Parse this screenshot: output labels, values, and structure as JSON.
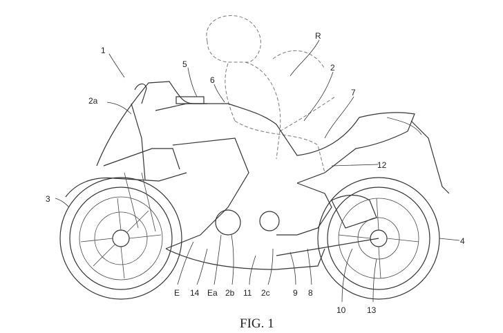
{
  "figure": {
    "caption": "FIG. 1",
    "labels": {
      "l1": "1",
      "R": "R",
      "l5": "5",
      "l6": "6",
      "l2": "2",
      "l7": "7",
      "l2a": "2a",
      "l12": "12",
      "l3": "3",
      "l4": "4",
      "E": "E",
      "l14": "14",
      "Ea": "Ea",
      "l2b": "2b",
      "l11": "11",
      "l2c": "2c",
      "l9": "9",
      "l8": "8",
      "l10": "10",
      "l13": "13"
    }
  }
}
